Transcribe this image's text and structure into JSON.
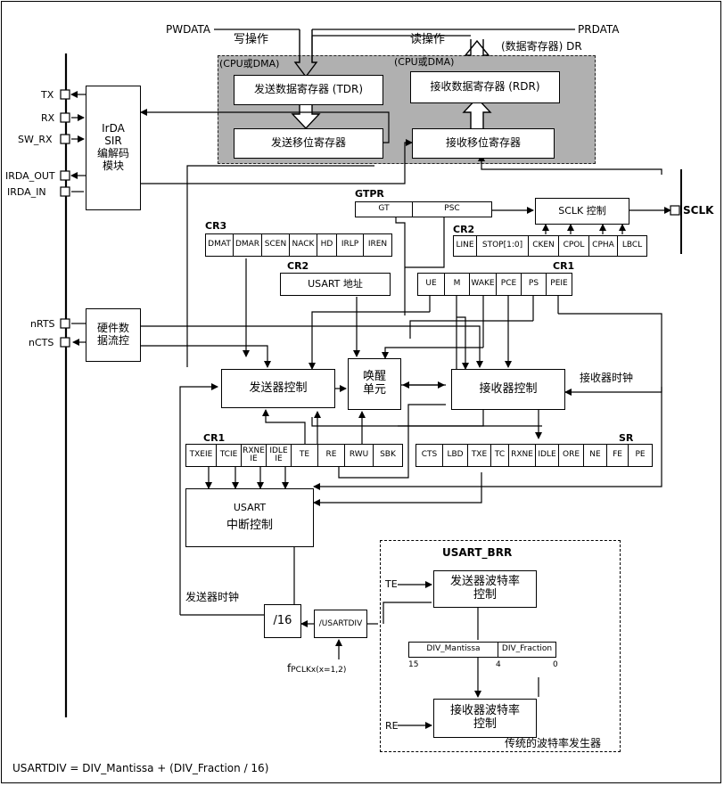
{
  "signals": {
    "pwdata": "PWDATA",
    "prdata": "PRDATA",
    "write_op": "写操作",
    "read_op": "读操作",
    "data_reg": "(数据寄存器) DR",
    "cpu_dma_left": "(CPU或DMA)",
    "cpu_dma_right": "(CPU或DMA)"
  },
  "blocks": {
    "tdr": "发送数据寄存器 (TDR)",
    "rdr": "接收数据寄存器 (RDR)",
    "tx_shift": "发送移位寄存器",
    "rx_shift": "接收移位寄存器",
    "irda": [
      "IrDA",
      "SIR",
      "编解码",
      "模块"
    ],
    "hw_flow": [
      "硬件数",
      "据流控"
    ],
    "sclk_ctrl": "SCLK 控制",
    "usart_addr": "USART 地址",
    "tx_ctrl": "发送器控制",
    "wakeup": [
      "唤醒",
      "单元"
    ],
    "rx_ctrl": "接收器控制",
    "interrupt": [
      "USART",
      "中断控制"
    ],
    "tx_baud": [
      "发送器波特率",
      "控制"
    ],
    "rx_baud": [
      "接收器波特率",
      "控制"
    ],
    "div16": "/16",
    "usartdiv": "/USARTDIV"
  },
  "pins": [
    "TX",
    "RX",
    "SW_RX",
    "IRDA_OUT",
    "IRDA_IN",
    "nRTS",
    "nCTS"
  ],
  "sclk": "SCLK",
  "registers": {
    "gtpr": {
      "name": "GTPR",
      "fields": [
        "GT",
        "PSC"
      ]
    },
    "cr3": {
      "name": "CR3",
      "fields": [
        "DMAT",
        "DMAR",
        "SCEN",
        "NACK",
        "HD",
        "IRLP",
        "IREN"
      ]
    },
    "cr2_top": {
      "name": "CR2",
      "fields": [
        "LINE",
        "STOP[1:0]",
        "CKEN",
        "CPOL",
        "CPHA",
        "LBCL"
      ]
    },
    "cr2_addr": {
      "name": "CR2"
    },
    "cr1_top": {
      "name": "CR1",
      "fields": [
        "UE",
        "M",
        "WAKE",
        "PCE",
        "PS",
        "PEIE"
      ]
    },
    "cr1_bottom": {
      "name": "CR1",
      "fields": [
        "TXEIE",
        "TCIE",
        "RXNE IE",
        "IDLE IE",
        "TE",
        "RE",
        "RWU",
        "SBK"
      ]
    },
    "sr": {
      "name": "SR",
      "fields": [
        "CTS",
        "LBD",
        "TXE",
        "TC",
        "RXNE",
        "IDLE",
        "ORE",
        "NE",
        "FE",
        "PE"
      ]
    }
  },
  "labels": {
    "rx_clock": "接收器时钟",
    "tx_clock": "发送器时钟",
    "te": "TE",
    "re": "RE",
    "fpclk": "f",
    "fpclk_sub": "PCLKx(x=1,2)",
    "usart_brr": "USART_BRR",
    "div_mantissa": "DIV_Mantissa",
    "div_fraction": "DIV_Fraction",
    "bit15": "15",
    "bit4": "4",
    "bit0": "0",
    "legacy": "传统的波特率发生器",
    "formula": "USARTDIV = DIV_Mantissa + (DIV_Fraction / 16)"
  }
}
